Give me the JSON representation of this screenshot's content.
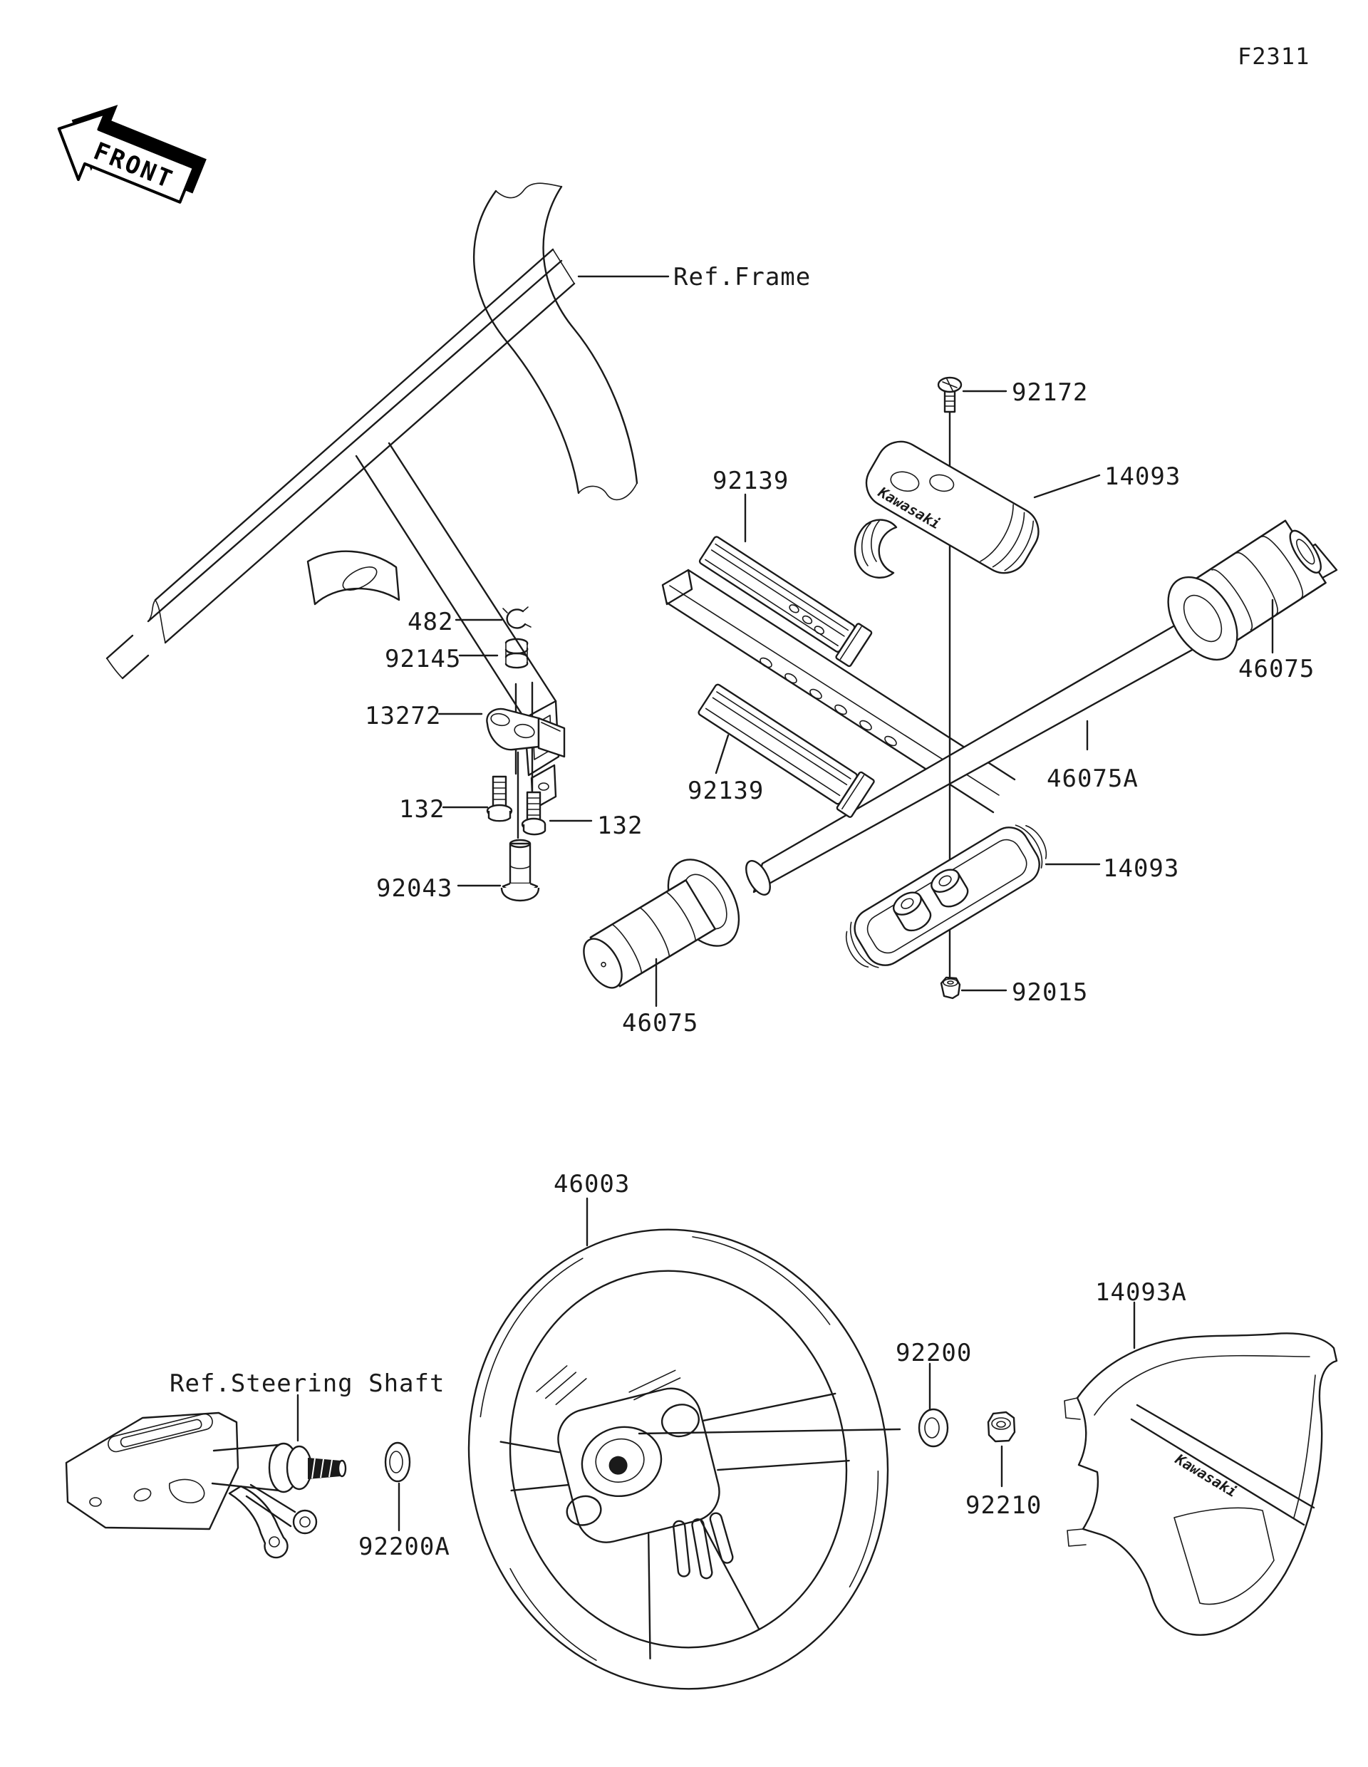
{
  "page": {
    "code": "F2311"
  },
  "markers": {
    "front": "FRONT"
  },
  "references": {
    "frame": "Ref.Frame",
    "steering_shaft": "Ref.Steering Shaft"
  },
  "brand": {
    "embossed": "Kawasaki"
  },
  "labels": {
    "screw_top": "92172",
    "holder_upper": "14093",
    "rail_upper": "92139",
    "circlip": "482",
    "spring": "92145",
    "clamp_plate": "13272",
    "bolt_left": "132",
    "bolt_right": "132",
    "pivot_bolt": "92043",
    "rail_lower": "92139",
    "handlebar": "46075A",
    "grip_right": "46075",
    "holder_lower": "14093",
    "nut_small": "92015",
    "grip_left": "46075",
    "steering_wheel": "46003",
    "wheel_cover": "14093A",
    "washer_wheel": "92200",
    "nut_wheel": "92210",
    "washer_shaft": "92200A"
  }
}
